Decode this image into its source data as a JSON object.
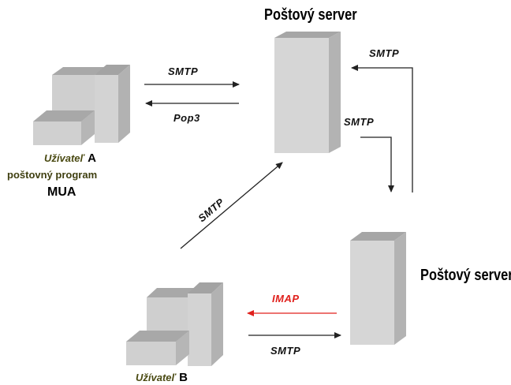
{
  "servers": {
    "top_title": "Poštový server",
    "bottom_title": "Poštový server"
  },
  "user_a": {
    "name": "Užívateľ",
    "letter": "A",
    "program": "poštovný program",
    "abbr": "MUA"
  },
  "user_b": {
    "name": "Užívateľ",
    "letter": "B"
  },
  "protocols": {
    "a_to_server_smtp": "SMTP",
    "server_to_a_pop3": "Pop3",
    "server2_to_server1_smtp": "SMTP",
    "server1_to_server2_smtp": "SMTP",
    "b_to_server1_smtp": "SMTP",
    "server2_to_b_imap": "IMAP",
    "b_to_server2_smtp": "SMTP"
  },
  "colors": {
    "imap": "#e0201c",
    "arrow": "#222222",
    "box_front": "#d4d4d4",
    "box_side": "#b4b4b4",
    "box_top": "#a8a8a8"
  }
}
